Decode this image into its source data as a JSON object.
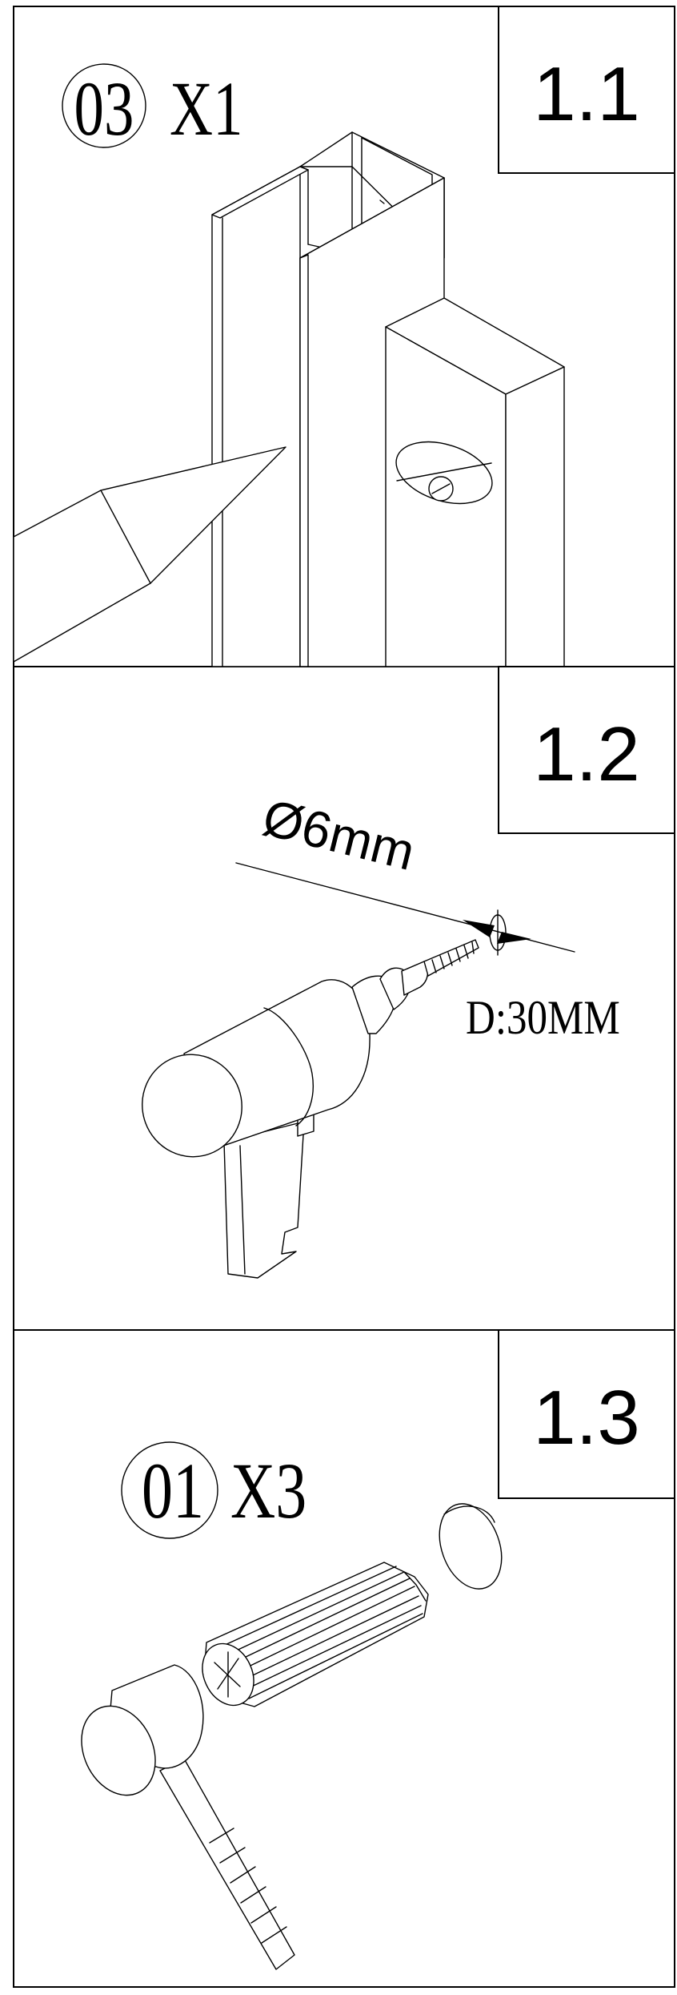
{
  "steps": [
    {
      "number": "1.1",
      "part_code": "03",
      "quantity": "X1"
    },
    {
      "number": "1.2",
      "diameter": "Ø6mm",
      "depth": "D:30MM"
    },
    {
      "number": "1.3",
      "part_code": "01",
      "quantity": "X3"
    }
  ]
}
